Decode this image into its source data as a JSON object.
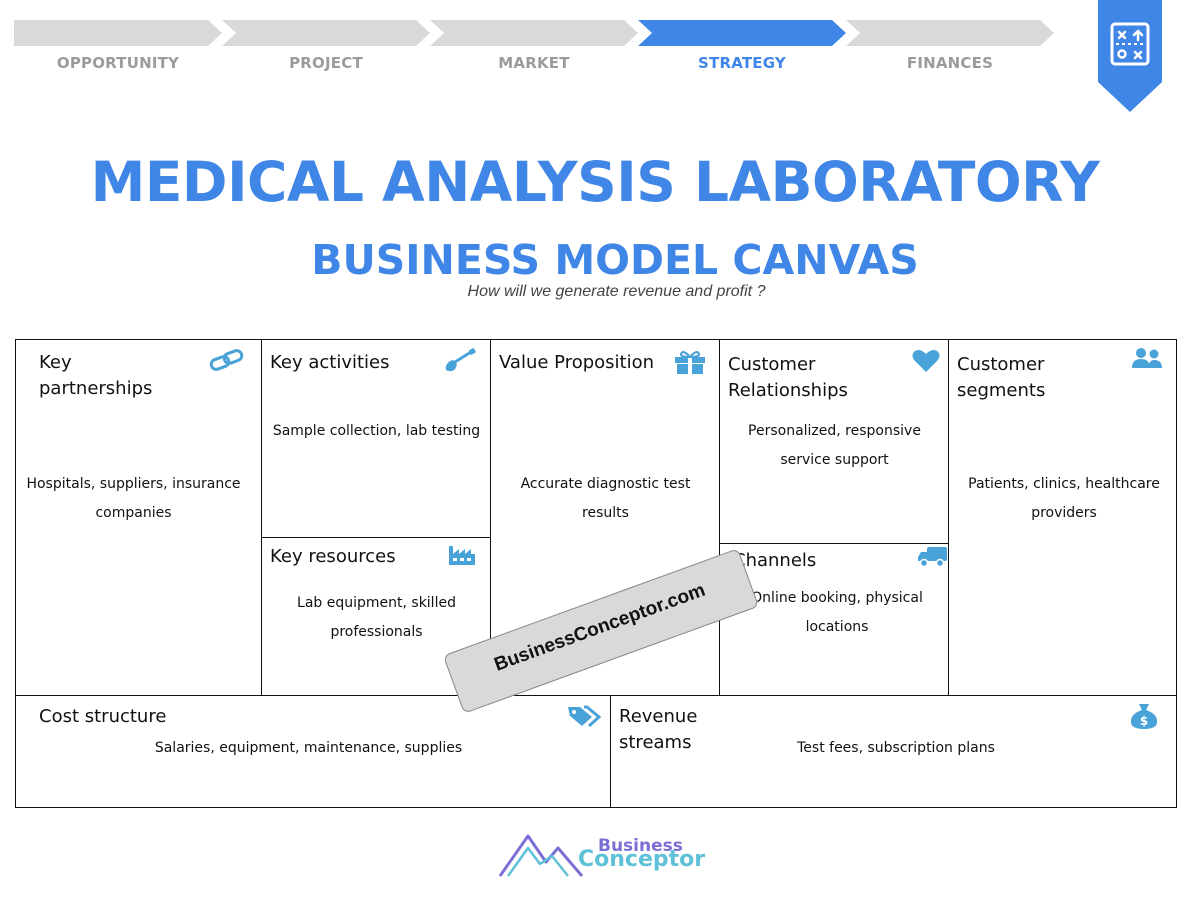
{
  "steps": [
    {
      "label": "OPPORTUNITY"
    },
    {
      "label": "PROJECT"
    },
    {
      "label": "MARKET"
    },
    {
      "label": "STRATEGY"
    },
    {
      "label": "FINANCES"
    }
  ],
  "active_step": "STRATEGY",
  "title": "MEDICAL ANALYSIS LABORATORY",
  "subtitle": "BUSINESS MODEL CANVAS",
  "tagline": "How will we generate revenue and profit ?",
  "canvas": {
    "key_partnerships": {
      "title": "Key partnerships",
      "body": "Hospitals, suppliers, insurance companies",
      "icon": "link-icon"
    },
    "key_activities": {
      "title": "Key activities",
      "body": "Sample collection, lab testing",
      "icon": "shovel-icon"
    },
    "key_resources": {
      "title": "Key resources",
      "body": "Lab equipment, skilled professionals",
      "icon": "factory-icon"
    },
    "value_proposition": {
      "title": "Value Proposition",
      "body": "Accurate diagnostic test results",
      "icon": "gift-icon"
    },
    "customer_relationships": {
      "title": "Customer Relationships",
      "body": "Personalized, responsive service support",
      "icon": "heart-icon"
    },
    "channels": {
      "title": "Channels",
      "body": "Online booking, physical locations",
      "icon": "truck-icon"
    },
    "customer_segments": {
      "title": "Customer segments",
      "body": "Patients, clinics, healthcare providers",
      "icon": "users-icon"
    },
    "cost_structure": {
      "title": "Cost structure",
      "body": "Salaries, equipment, maintenance, supplies",
      "icon": "tags-icon"
    },
    "revenue_streams": {
      "title": "Revenue streams",
      "body": "Test fees, subscription plans",
      "icon": "money-bag-icon"
    }
  },
  "watermark": "BusinessConceptor.com",
  "logo": {
    "line1": "Business",
    "line2": "Conceptor"
  },
  "colors": {
    "accent": "#3f86e7",
    "icon": "#4aa3d8",
    "inactive_step": "#d9d9d9"
  }
}
